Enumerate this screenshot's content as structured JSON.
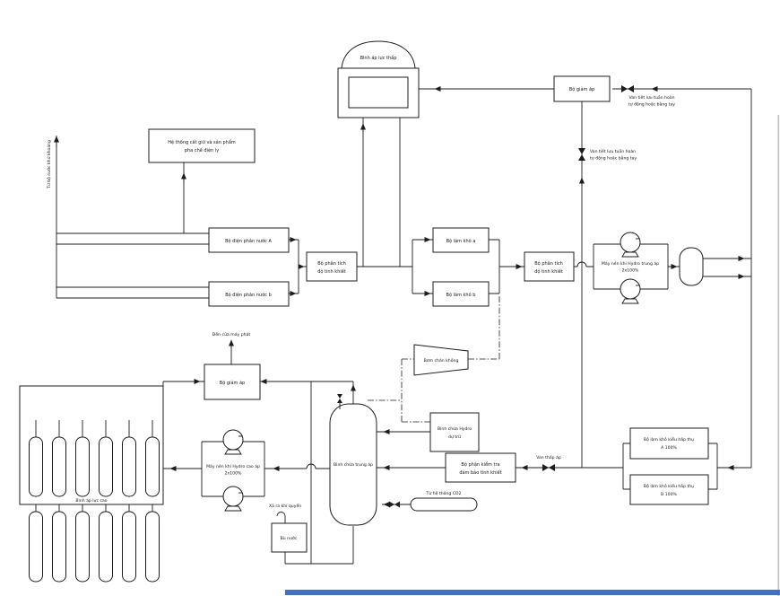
{
  "diagram": {
    "title_hint": "Hydrogen electrolysis plant process flow diagram",
    "labels": {
      "from_demin_water": "Từ bộ nước khử khoáng",
      "prep_system_l1": "Hệ thống cất giữ và sản phẩm",
      "prep_system_l2": "pha chế điện ly",
      "electrolyzer_a": "Bộ điện phân nước A",
      "electrolyzer_b": "Bộ điện phân nước b",
      "analyzer_l1": "Bộ phân tích",
      "analyzer_l2": "độ tinh khiết",
      "lp_tank": "Bình áp lực thấp",
      "pressure_reducer": "Bộ giảm áp",
      "recirc_valve_l1": "Van tiết lưu tuần hoàn",
      "recirc_valve_l2": "tự động hoặc bằng tay",
      "dryer_a": "Bộ làm khô a",
      "dryer_b": "Bộ làm khô b",
      "mp_compressor": "Máy nén khí Hydro trung áp",
      "hp_compressor": "Máy nén khí Hydro cao áp",
      "redundancy": "2x100%",
      "abs_dryer": "Bộ làm khô kiểu hấp thụ",
      "abs_dryer_a_unit": "A 100%",
      "abs_dryer_b_unit": "B 100%",
      "purity_check_l1": "Bộ phận kiểm tra",
      "purity_check_l2": "đảm bảo tinh khiết",
      "lp_valve": "Van thấp áp",
      "co2_system": "Từ hệ thống CO2",
      "mp_tank": "Bình chứa trung áp",
      "h2_reserve_l1": "Bình chứa Hydro",
      "h2_reserve_l2": "dự trữ",
      "vacuum_pump": "Bơm chân không",
      "to_generator": "Đến cửa máy phát",
      "hp_bank": "Bình áp lực cao",
      "vent": "Xả ra khí quyển",
      "water_makeup": "Bù nước"
    },
    "colors": {
      "line": "#1c1c1c",
      "background": "#ffffff",
      "bottom_bar": "#3f6fca",
      "window_edge": "#c2c2c2"
    }
  }
}
